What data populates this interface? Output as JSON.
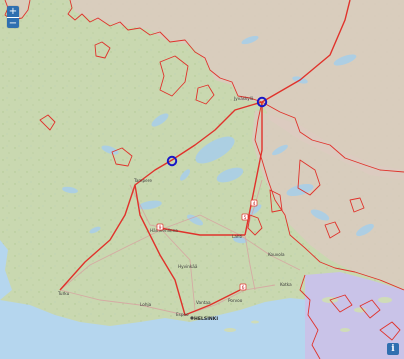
{
  "controls": {
    "zoom_in": "+",
    "zoom_out": "−",
    "info": "i"
  },
  "place_labels": {
    "helsinki": "HELSINKI",
    "espoo": "Espoo",
    "vantaa": "Vantaa",
    "porvoo": "Porvoo",
    "kotka": "Kotka",
    "lahti": "Lahti",
    "kouvola": "Kouvola",
    "hameenlinna": "Hämeenlinna",
    "tampere": "Tampere",
    "turku": "Turku",
    "jyvaskyla": "Jyväskylä",
    "lohja": "Lohja",
    "hyvinkaa": "Hyvinkää"
  },
  "road_shields": {
    "r4": "4",
    "r9": "9",
    "r5": "5",
    "r6": "6"
  },
  "colors": {
    "land": "#c9d8b0",
    "forest": "#b7cf98",
    "water": "#a9cfe8",
    "sea": "#b5d6ee",
    "tinted_land": "#e0cfc6",
    "tinted_sea": "#c9c3e8",
    "route": "#e0322b",
    "marker": "#1717c8",
    "control_bg": "#2f6fb0"
  }
}
